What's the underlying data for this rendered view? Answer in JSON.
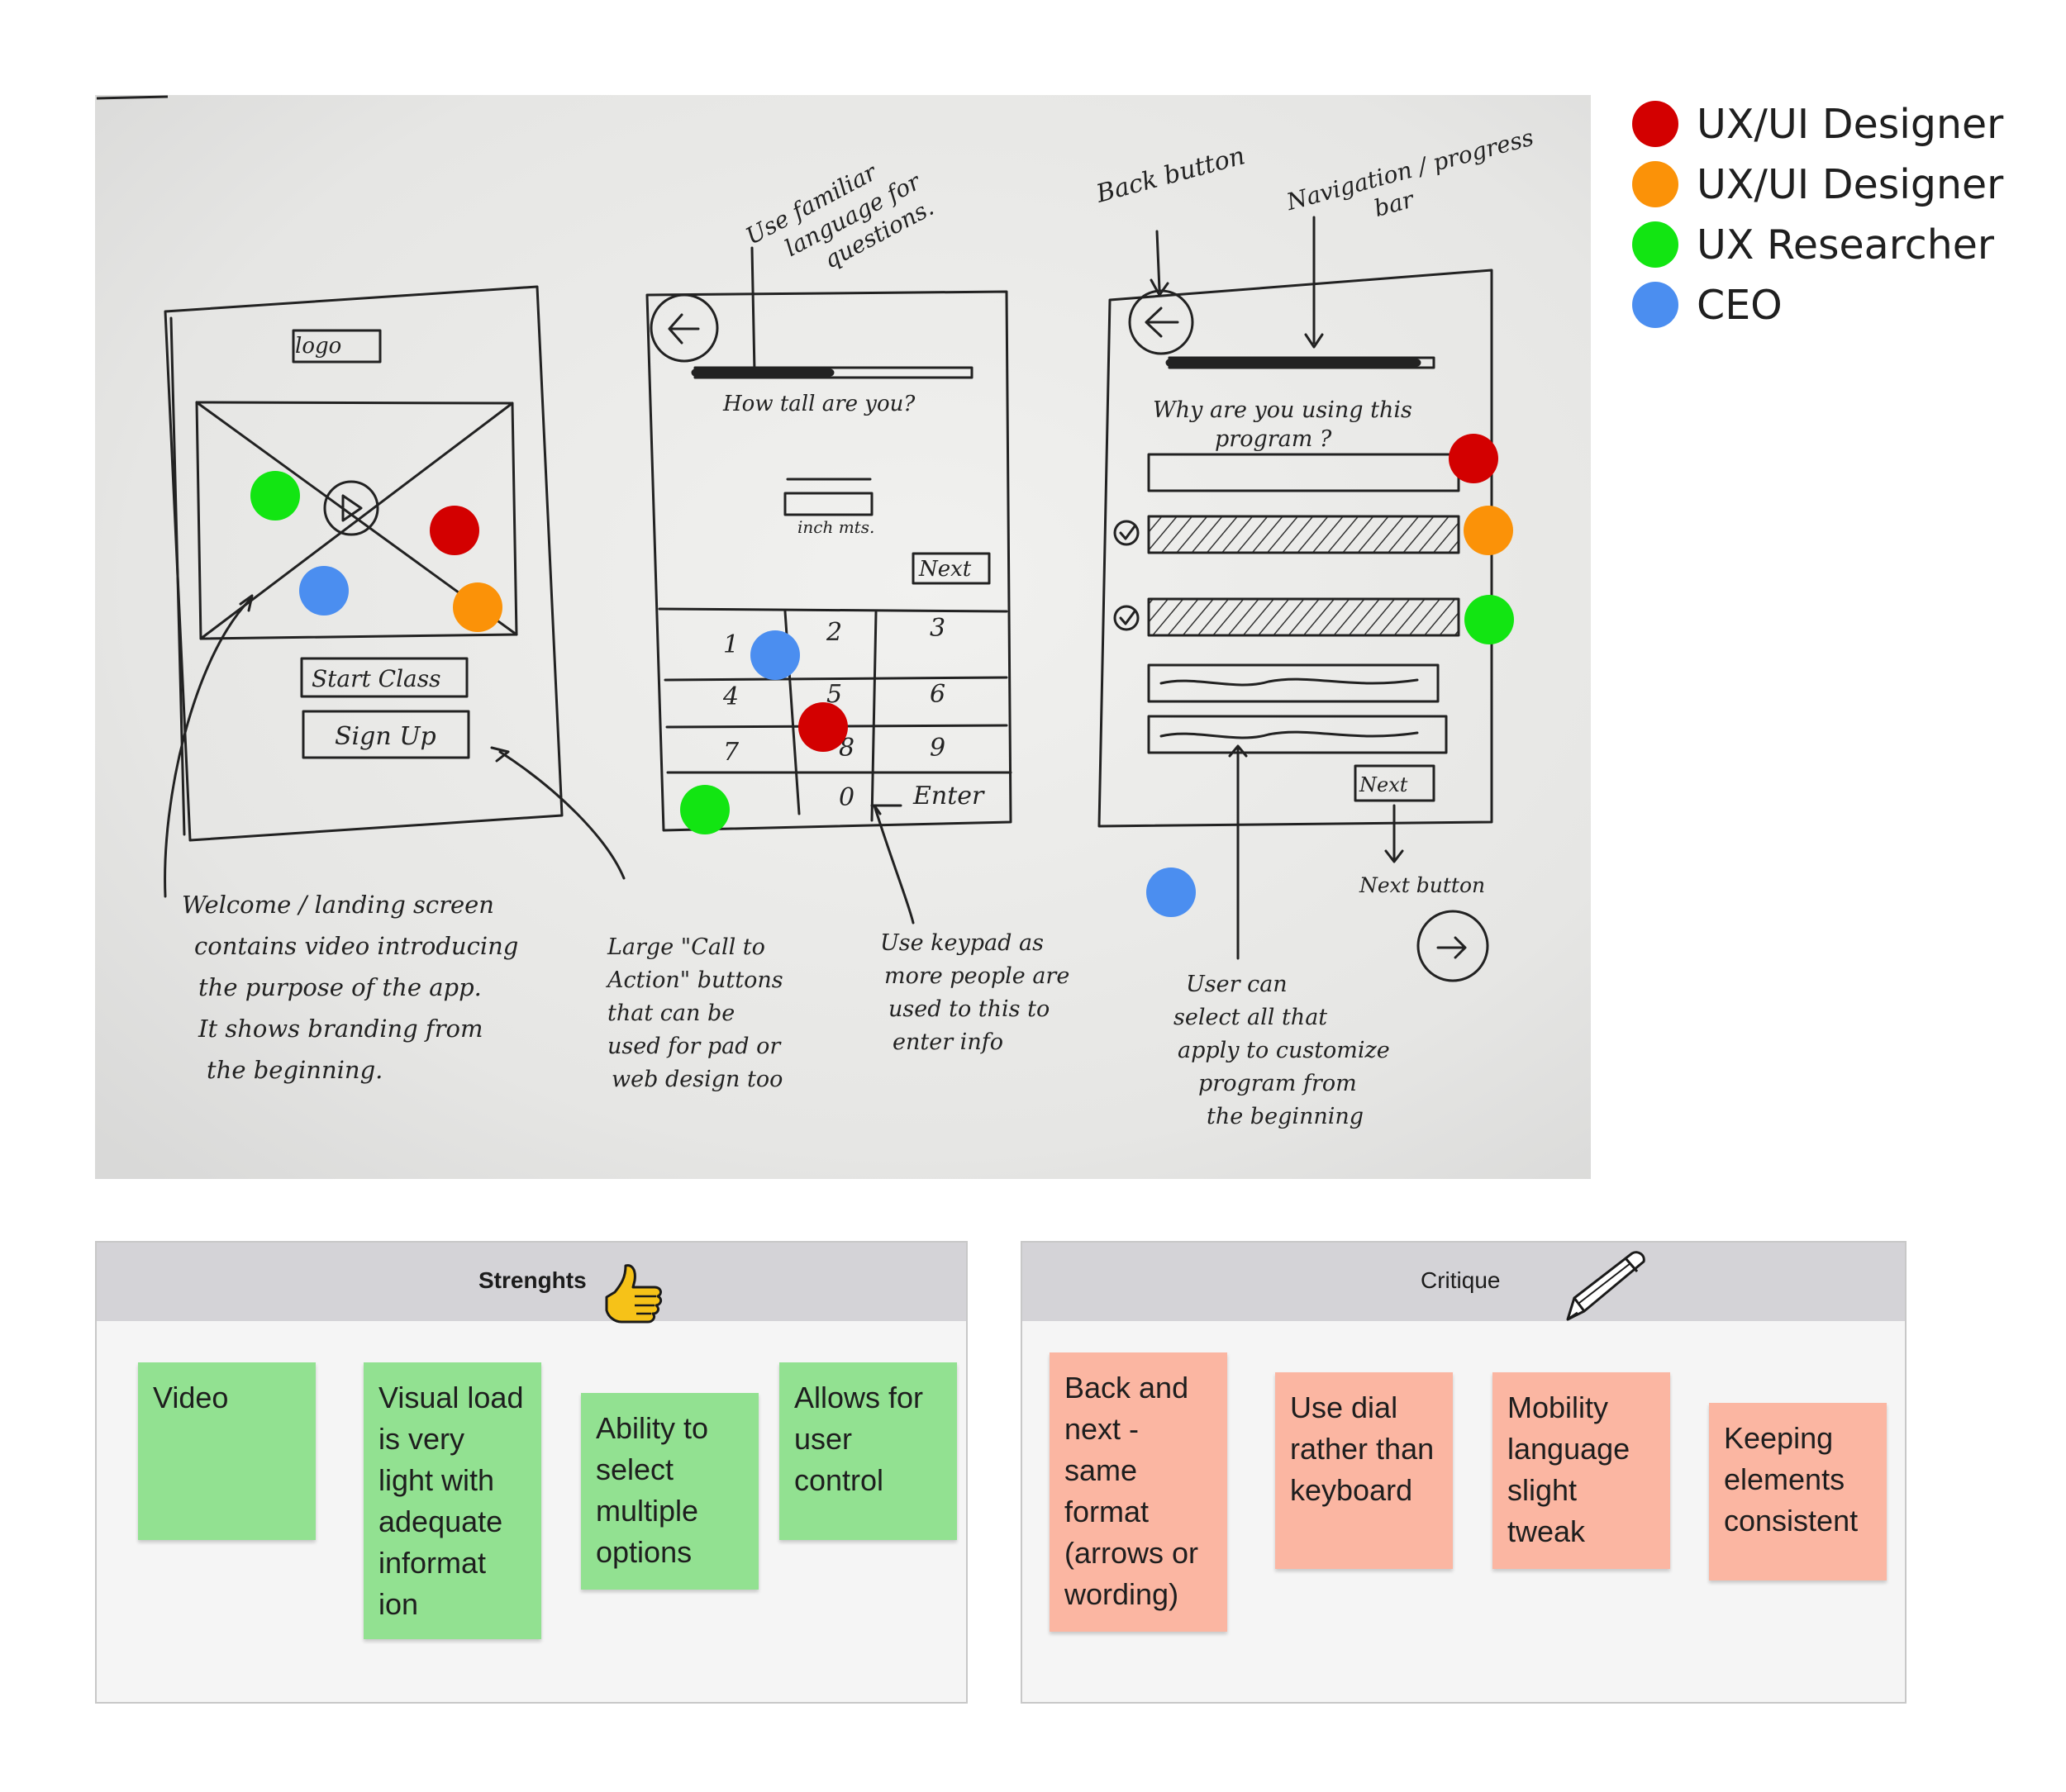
{
  "legend": [
    {
      "label": "UX/UI Designer",
      "color": "#d30000"
    },
    {
      "label": "UX/UI Designer",
      "color": "#fb9208"
    },
    {
      "label": "UX Researcher",
      "color": "#12e512"
    },
    {
      "label": "CEO",
      "color": "#4b8ef0"
    }
  ],
  "sketch": {
    "screen1": {
      "logo": "logo",
      "start_button": "Start Class",
      "signup_button": "Sign Up",
      "note1": [
        "Welcome / landing screen",
        "contains video introducing",
        "the purpose of the app.",
        "It shows branding from",
        "the beginning."
      ],
      "note2": [
        "Large \"Call to",
        "Action\" buttons",
        "that can be",
        "used for pad or",
        "web design too"
      ]
    },
    "screen2": {
      "top_note": [
        "Use familiar",
        "language for",
        "questions."
      ],
      "question": "How tall are you?",
      "units": "inch  mts.",
      "next": "Next",
      "keys": [
        "1",
        "2",
        "3",
        "4",
        "5",
        "6",
        "7",
        "8",
        "9",
        "0",
        "Enter"
      ],
      "note": [
        "Use keypad as",
        "more people are",
        "used to this to",
        "enter info"
      ]
    },
    "screen3": {
      "back_note": "Back button",
      "nav_note": [
        "Navigation / progress",
        "bar"
      ],
      "question": [
        "Why are you using this",
        "program ?"
      ],
      "next": "Next",
      "next_note": "Next button",
      "note": [
        "User can",
        "select all that",
        "apply to customize",
        "program from",
        "the beginning"
      ]
    }
  },
  "strengths": {
    "title": "Strenghts",
    "notes": [
      "Video",
      "Visual load is very light with adequate informat ion",
      "Ability to select multiple options",
      "Allows for user control"
    ]
  },
  "critique": {
    "title": "Critique",
    "notes": [
      "Back and next - same format (arrows or wording)",
      "Use dial rather than keyboard",
      "Mobility language slight tweak",
      "Keeping elements consistent"
    ]
  }
}
